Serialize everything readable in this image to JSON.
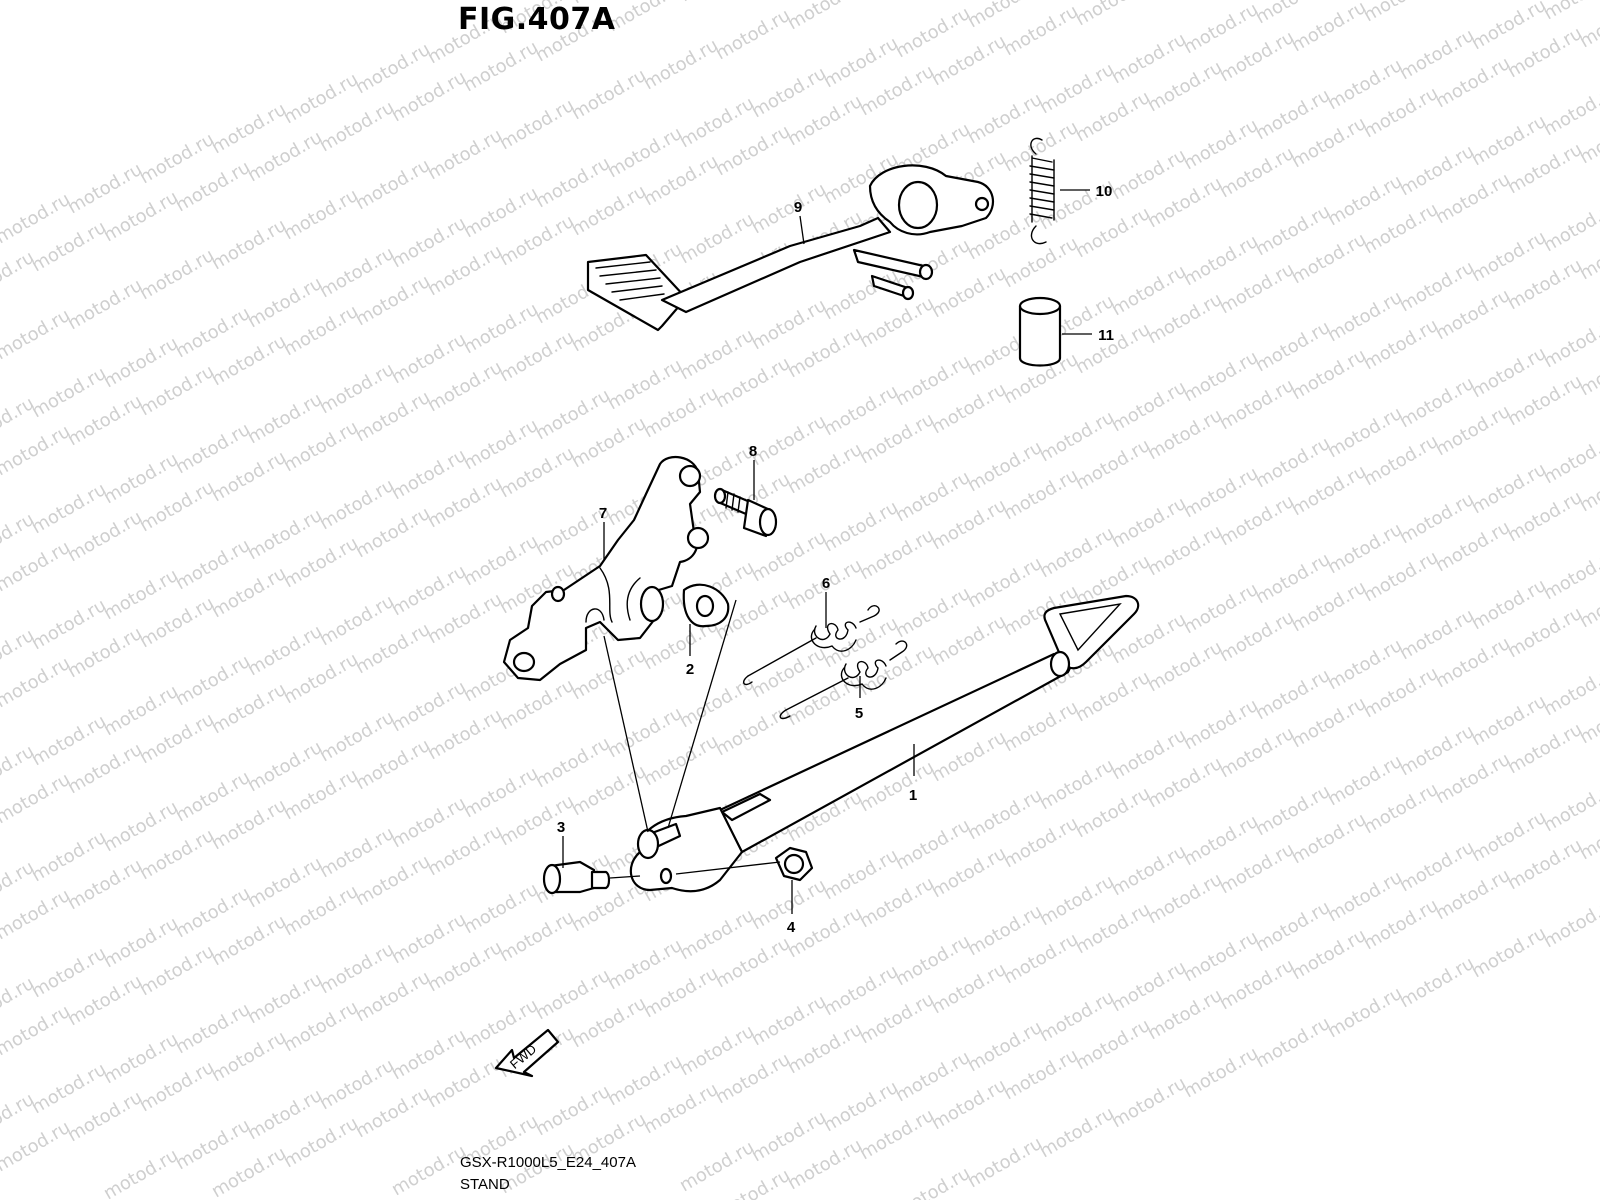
{
  "figure": {
    "title": "FIG.407A",
    "code": "GSX-R1000L5_E24_407A",
    "name": "STAND",
    "watermark": "motod.ru",
    "direction_label": "FWD"
  },
  "callouts": [
    {
      "id": "1",
      "label": "1"
    },
    {
      "id": "2",
      "label": "2"
    },
    {
      "id": "3",
      "label": "3"
    },
    {
      "id": "4",
      "label": "4"
    },
    {
      "id": "5",
      "label": "5"
    },
    {
      "id": "6",
      "label": "6"
    },
    {
      "id": "7",
      "label": "7"
    },
    {
      "id": "8",
      "label": "8"
    },
    {
      "id": "9",
      "label": "9"
    },
    {
      "id": "10",
      "label": "10"
    },
    {
      "id": "11",
      "label": "11"
    }
  ]
}
